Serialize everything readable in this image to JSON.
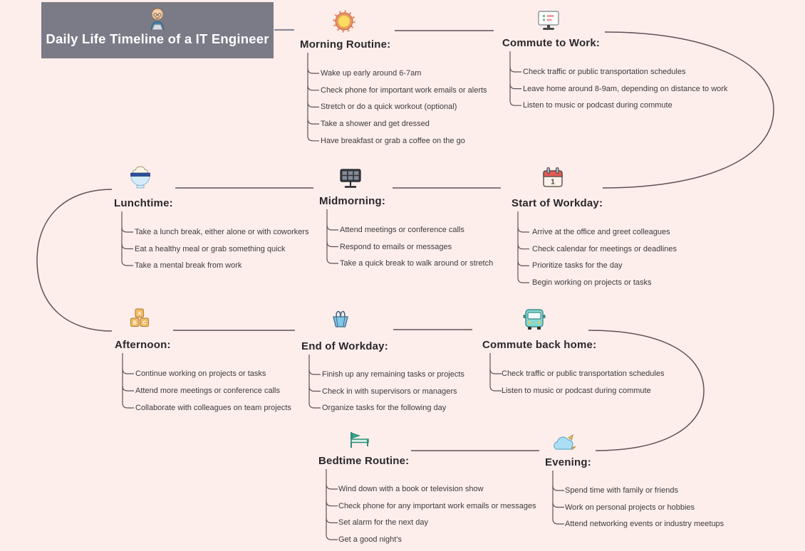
{
  "colors": {
    "background": "#fdeeec",
    "title_box": "#7b7a87",
    "title_text": "#ffffff",
    "connector": "#5f5155",
    "branch": "#5f5155",
    "topic_text": "#2b272b",
    "item_text": "#3e3a3a"
  },
  "title": {
    "text": "Daily Life Timeline of a IT Engineer",
    "icon": "engineer-avatar-icon"
  },
  "nodes": [
    {
      "id": "morning-routine",
      "icon": "sun-icon",
      "label": "Morning Routine:",
      "items": [
        "Wake up early around 6-7am",
        "Check phone for important work emails or alerts",
        "Stretch or do a quick workout (optional)",
        "Take a shower and get dressed",
        "Have breakfast or grab a coffee on the go"
      ]
    },
    {
      "id": "commute-to-work",
      "icon": "monitor-checklist-icon",
      "label": "Commute to Work:",
      "items": [
        "Check traffic or public transportation schedules",
        "Leave home around 8-9am, depending on distance to work",
        "Listen to music or podcast during commute"
      ]
    },
    {
      "id": "start-of-workday",
      "icon": "calendar-icon",
      "label": "Start of Workday:",
      "items": [
        "Arrive at the office and greet colleagues",
        "Check calendar for meetings or deadlines",
        "Prioritize tasks for the day",
        "Begin working on projects or tasks"
      ]
    },
    {
      "id": "midmorning",
      "icon": "solar-panel-icon",
      "label": "Midmorning:",
      "items": [
        "Attend meetings or conference calls",
        "Respond to emails or messages",
        "Take a quick break to walk around or stretch"
      ]
    },
    {
      "id": "lunchtime",
      "icon": "rice-bowl-icon",
      "label": "Lunchtime:",
      "items": [
        "Take a lunch break, either alone or with coworkers",
        "Eat a healthy meal or grab something quick",
        "Take a mental break from work"
      ]
    },
    {
      "id": "afternoon",
      "icon": "abc-blocks-icon",
      "label": "Afternoon:",
      "items": [
        "Continue working on projects or tasks",
        "Attend more meetings or conference calls",
        "Collaborate with colleagues on team projects"
      ]
    },
    {
      "id": "end-of-workday",
      "icon": "binder-clip-icon",
      "label": "End of Workday:",
      "items": [
        "Finish up any remaining tasks or projects",
        "Check in with supervisors or managers",
        "Organize tasks for the following day"
      ]
    },
    {
      "id": "commute-back-home",
      "icon": "bus-icon",
      "label": "Commute back home:",
      "items": [
        "Check traffic or public transportation schedules",
        "Listen to music or podcast during commute"
      ]
    },
    {
      "id": "evening",
      "icon": "cloud-bird-icon",
      "label": "Evening:",
      "items": [
        "Spend time with family or friends",
        "Work on personal projects or hobbies",
        "Attend networking events or industry meetups"
      ]
    },
    {
      "id": "bedtime-routine",
      "icon": "bed-icon",
      "label": "Bedtime Routine:",
      "items": [
        "Wind down with a book or television show",
        "Check phone for any important work emails or messages",
        "Set alarm for the next day",
        "Get a good night's"
      ]
    }
  ]
}
